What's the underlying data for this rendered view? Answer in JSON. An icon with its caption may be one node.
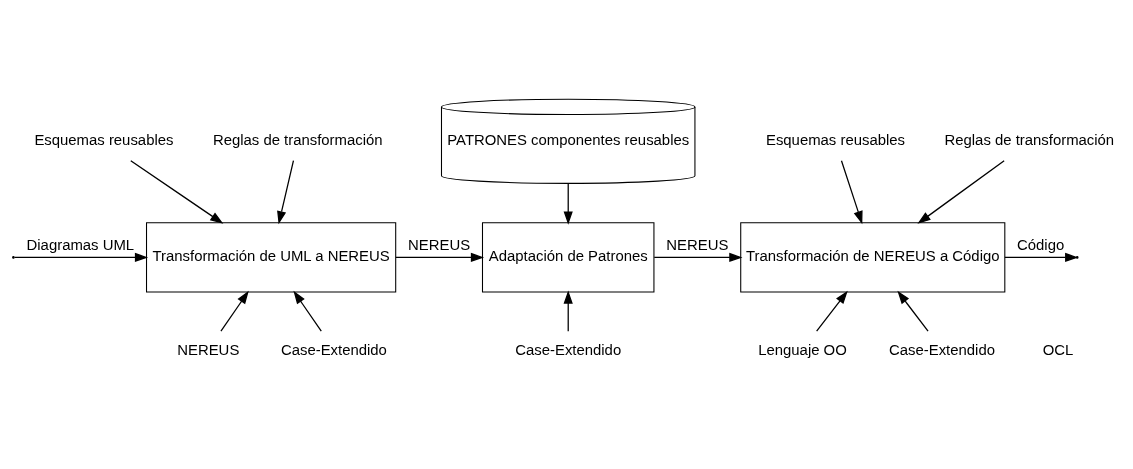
{
  "diagram": {
    "nodes": [
      {
        "text": [
          "Esquemas reusables"
        ]
      },
      {
        "text": [
          "Reglas de transformación"
        ]
      },
      {
        "text": [
          "Transformación de UML a NEREUS"
        ]
      },
      {
        "text": [
          "NEREUS"
        ]
      },
      {
        "text": [
          "Case-Extendido"
        ]
      },
      {
        "text": [
          "PATRONES componentes reusables"
        ]
      },
      {
        "text": [
          "Adaptación de Patrones"
        ]
      },
      {
        "text": [
          "Case-Extendido"
        ]
      },
      {
        "text": [
          "Esquemas reusables"
        ]
      },
      {
        "text": [
          "Reglas de transformación"
        ]
      },
      {
        "text": [
          "Transformación de NEREUS a Código"
        ]
      },
      {
        "text": [
          "Lenguaje OO"
        ]
      },
      {
        "text": [
          "Case-Extendido"
        ]
      }
    ],
    "edges": [
      {
        "from": null,
        "to": 2,
        "arrow": "to",
        "label": "Diagramas UML"
      },
      {
        "from": 0,
        "to": 2,
        "arrow": "to"
      },
      {
        "from": 1,
        "to": 2,
        "arrow": "to"
      },
      {
        "from": 3,
        "to": 2,
        "arrow": "to"
      },
      {
        "from": 4,
        "to": 2,
        "arrow": "to"
      },
      {
        "from": 2,
        "to": 6,
        "arrow": "to",
        "label": "NEREUS"
      },
      {
        "from": 5,
        "to": 6,
        "arrow": "to"
      },
      {
        "from": 7,
        "to": 6,
        "arrow": "to"
      },
      {
        "from": 6,
        "to": 10,
        "arrow": "to",
        "label": "NEREUS"
      },
      {
        "from": 8,
        "to": 10,
        "arrow": "to"
      },
      {
        "from": 9,
        "to": 10,
        "arrow": "to"
      },
      {
        "from": 11,
        "to": 10,
        "arrow": "to"
      },
      {
        "from": 12,
        "to": 10,
        "arrow": "to"
      },
      {
        "from": 10,
        "to": null,
        "arrow": "to",
        "label": "Código"
      }
    ],
    "labels": [
      "OCL"
    ]
  }
}
